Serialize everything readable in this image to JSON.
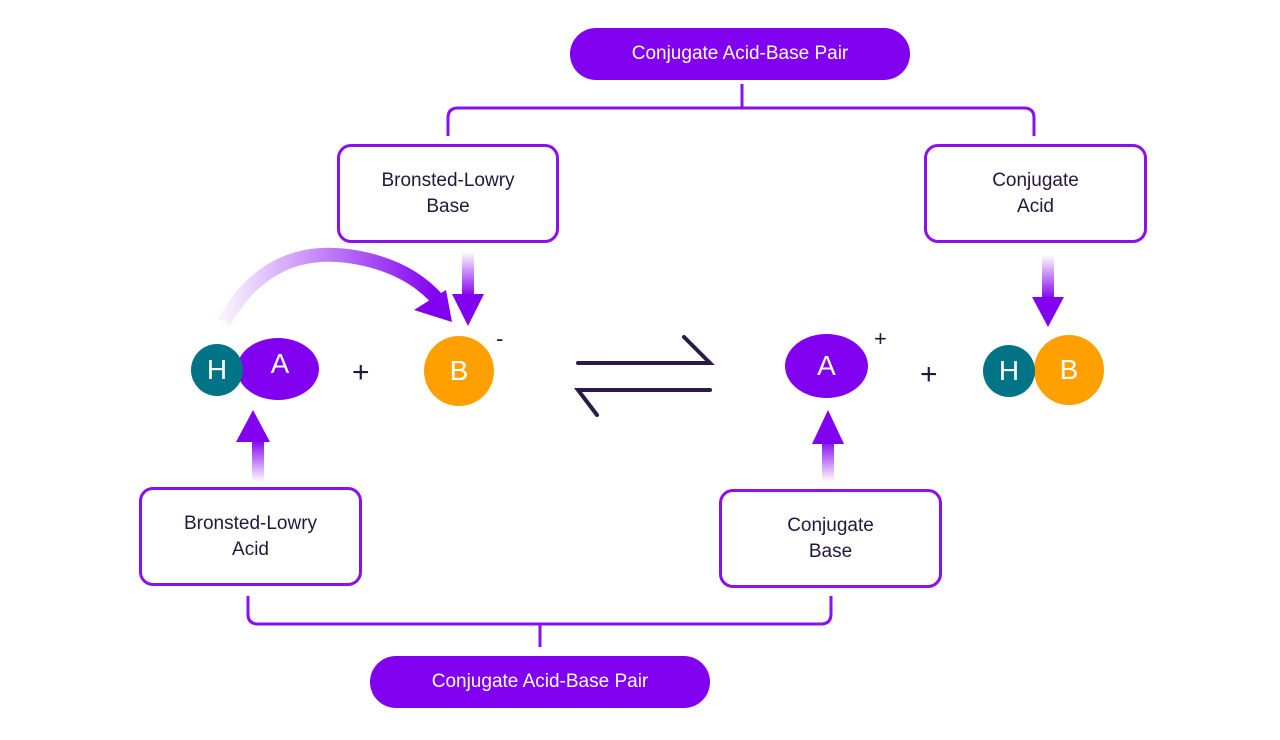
{
  "diagram": {
    "title_top": "Conjugate Acid-Base Pair",
    "title_bottom": "Conjugate Acid-Base Pair",
    "labels": {
      "bl_base": [
        "Bronsted-Lowry",
        "Base"
      ],
      "conj_acid": [
        "Conjugate",
        "Acid"
      ],
      "bl_acid": [
        "Bronsted-Lowry",
        "Acid"
      ],
      "conj_base": [
        "Conjugate",
        "Base"
      ]
    },
    "reactants": {
      "ha_h": "H",
      "ha_a": "A",
      "plus": "+",
      "b": "B",
      "b_charge": "-"
    },
    "products": {
      "a": "A",
      "a_charge": "+",
      "plus": "+",
      "hb_h": "H",
      "hb_b": "B"
    },
    "colors": {
      "purple": "#8200f0",
      "teal": "#007487",
      "orange": "#ffa000",
      "dark": "#24163c"
    }
  }
}
